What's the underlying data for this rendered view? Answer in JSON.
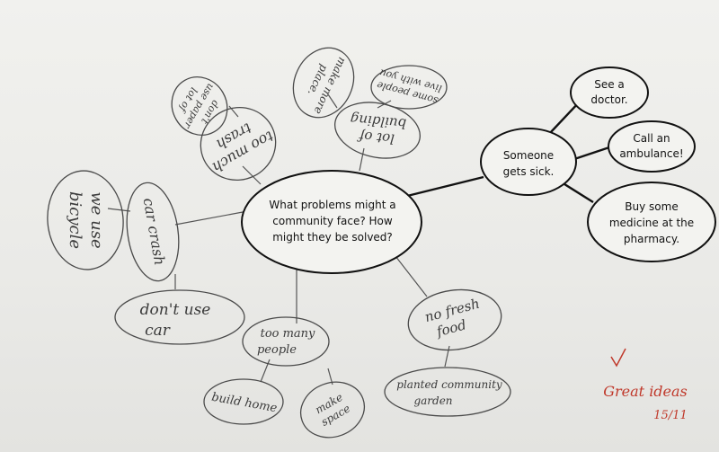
{
  "center": {
    "lines": [
      "What problems might a",
      "community face? How",
      "might they be solved?"
    ]
  },
  "printed_branch": {
    "hub": [
      "Someone",
      "gets sick."
    ],
    "solutions": [
      [
        "See a",
        "doctor."
      ],
      [
        "Call an",
        "ambulance!"
      ],
      [
        "Buy some",
        "medicine at the",
        "pharmacy."
      ]
    ]
  },
  "handwritten": {
    "lot_of_building": [
      "lot of",
      "building"
    ],
    "some_people_live": [
      "some people",
      "live with you"
    ],
    "make_more_place": [
      "make more",
      "place."
    ],
    "too_much_trash": [
      "too much",
      "trash"
    ],
    "dont_use_paper": [
      "don't",
      "use paper",
      "lot of"
    ],
    "car_crash": "car crash",
    "we_use_bicycle": [
      "we use",
      "bicycle"
    ],
    "dont_use_car": [
      "don't use",
      "car"
    ],
    "too_many_people": [
      "too many",
      "people"
    ],
    "build_home": "build home",
    "make_space": [
      "make",
      "space"
    ],
    "no_fresh_food": [
      "no fresh",
      "food"
    ],
    "planted_garden": [
      "planted community",
      "garden"
    ]
  },
  "teacher_note": {
    "comment": "Great ideas",
    "date": "15/11"
  }
}
